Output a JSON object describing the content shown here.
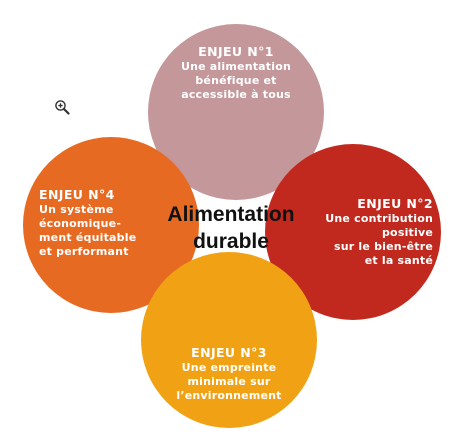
{
  "center_title": [
    "Alimentation",
    "durable"
  ],
  "colors": {
    "enjeu1": "#c4979b",
    "enjeu2": "#c1291f",
    "enjeu3": "#f0a214",
    "enjeu4": "#e66a22",
    "center_text": "#111111"
  },
  "enjeux": [
    {
      "title": "ENJEU N°1",
      "lines": [
        "Une alimentation",
        "bénéfique et",
        "accessible à tous"
      ]
    },
    {
      "title": "ENJEU N°2",
      "lines": [
        "Une contribution",
        "positive",
        "sur le bien-être",
        "et la santé"
      ]
    },
    {
      "title": "ENJEU N°3",
      "lines": [
        "Une empreinte",
        "minimale sur",
        "l’environnement"
      ]
    },
    {
      "title": "ENJEU N°4",
      "lines": [
        "Un système",
        "économique-",
        "ment équitable",
        "et performant"
      ]
    }
  ],
  "icons": {
    "zoom": "zoom-in-icon"
  }
}
